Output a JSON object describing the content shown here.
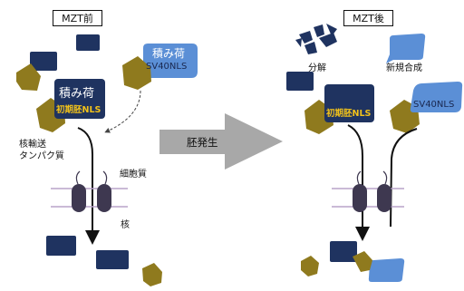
{
  "left_panel": {
    "title": "MZT前",
    "cargo_label": "積み荷",
    "embryonic_nls_label": "初期胚NLS",
    "sv40_cargo_label": "積み荷",
    "sv40_nls_label": "SV40NLS",
    "transport_protein_label": "核輸送\nタンパク質",
    "cytoplasm_label": "細胞質",
    "nucleus_label": "核"
  },
  "transition": {
    "label": "胚発生"
  },
  "right_panel": {
    "title": "MZT後",
    "degradation_label": "分解",
    "new_synthesis_label": "新規合成",
    "embryonic_nls_label": "初期胚NLS",
    "sv40_nls_label": "SV40NLS"
  },
  "colors": {
    "navy": "#1f3360",
    "olive": "#8f7a1e",
    "light_blue": "#5b8fd6",
    "nls_yellow": "#f2c21a",
    "arrow_gray": "#a8a8a8",
    "membrane_purple": "#3e3850"
  }
}
